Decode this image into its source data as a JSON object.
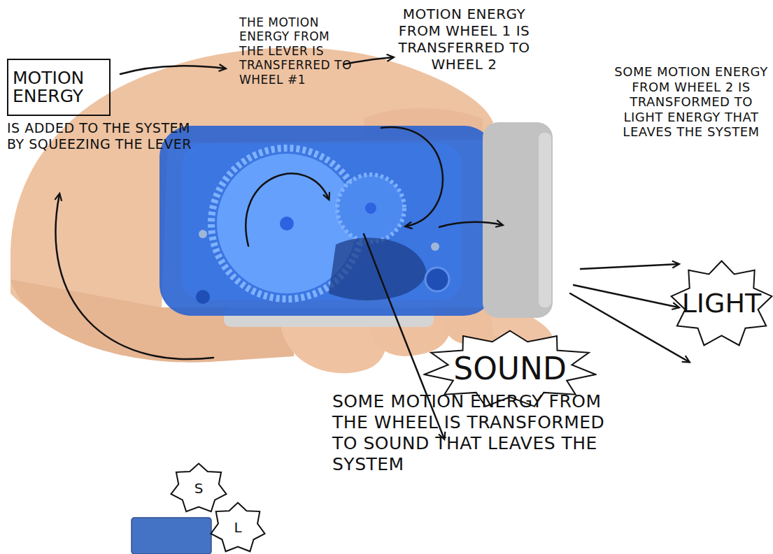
{
  "diagram": {
    "nodes": [
      {
        "text": [
          "MOTION ENERGY"
        ]
      },
      {
        "text": [
          "SOUND"
        ]
      },
      {
        "text": [
          "LIGHT"
        ]
      },
      {
        "text": [
          "S"
        ]
      },
      {
        "text": [
          "L"
        ]
      }
    ],
    "labels": [
      "IS ADDED TO THE SYSTEM BY SQUEEZING THE LEVER",
      "THE MOTION ENERGY FROM THE LEVER IS TRANSFERRED TO WHEEL #1",
      "MOTION ENERGY FROM WHEEL 1 IS TRANSFERRED TO WHEEL 2",
      "SOME MOTION ENERGY FROM WHEEL 2 IS TRANSFORMED TO LIGHT ENERGY THAT LEAVES THE SYSTEM",
      "SOME MOTION ENERGY FROM THE WHEEL IS TRANSFORMED TO SOUND THAT LEAVES THE SYSTEM"
    ]
  }
}
